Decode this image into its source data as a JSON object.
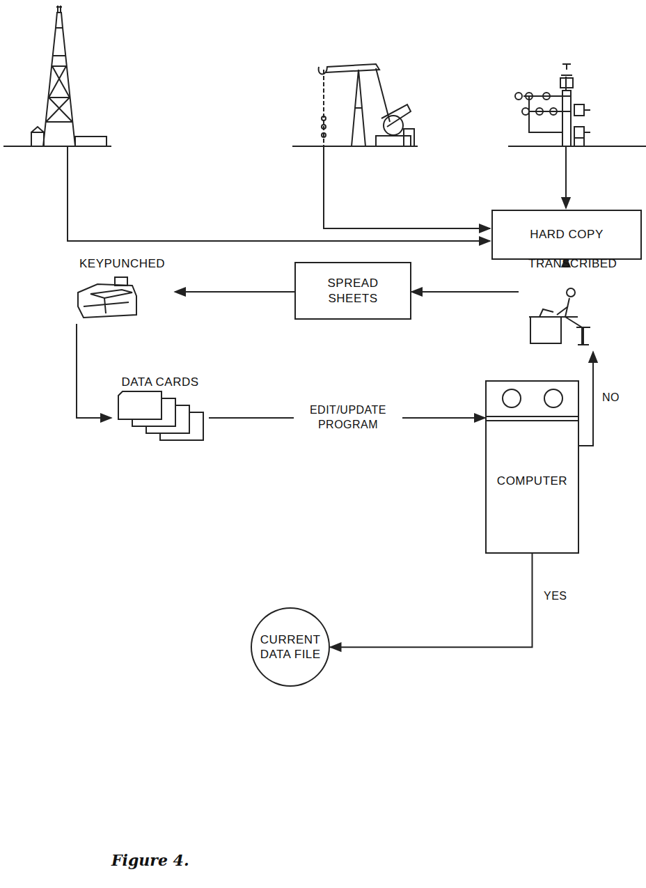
{
  "diagram": {
    "caption": "Figure 4.",
    "nodes": [
      {
        "text": [
          "HARD COPY"
        ]
      },
      {
        "text": [
          "TRANSCRIBED"
        ]
      },
      {
        "text": [
          "SPREAD SHEETS"
        ]
      },
      {
        "text": [
          "KEYPUNCHED"
        ]
      },
      {
        "text": [
          "DATA CARDS"
        ]
      },
      {
        "text": [
          "COMPUTER"
        ]
      },
      {
        "text": [
          "CURRENT DATA FILE"
        ]
      }
    ],
    "edges": [
      {
        "from": 0,
        "to": 1,
        "arrow": "to"
      },
      {
        "from": 1,
        "to": 2,
        "arrow": "to"
      },
      {
        "from": 2,
        "to": 3,
        "arrow": "to"
      },
      {
        "from": 3,
        "to": 4,
        "arrow": "to"
      },
      {
        "from": 4,
        "to": 5,
        "label": "EDIT/UPDATE PROGRAM",
        "arrow": "to"
      },
      {
        "from": 5,
        "to": 1,
        "label": "NO",
        "arrow": "to"
      },
      {
        "from": 5,
        "to": 6,
        "label": "YES",
        "arrow": "to"
      }
    ]
  }
}
